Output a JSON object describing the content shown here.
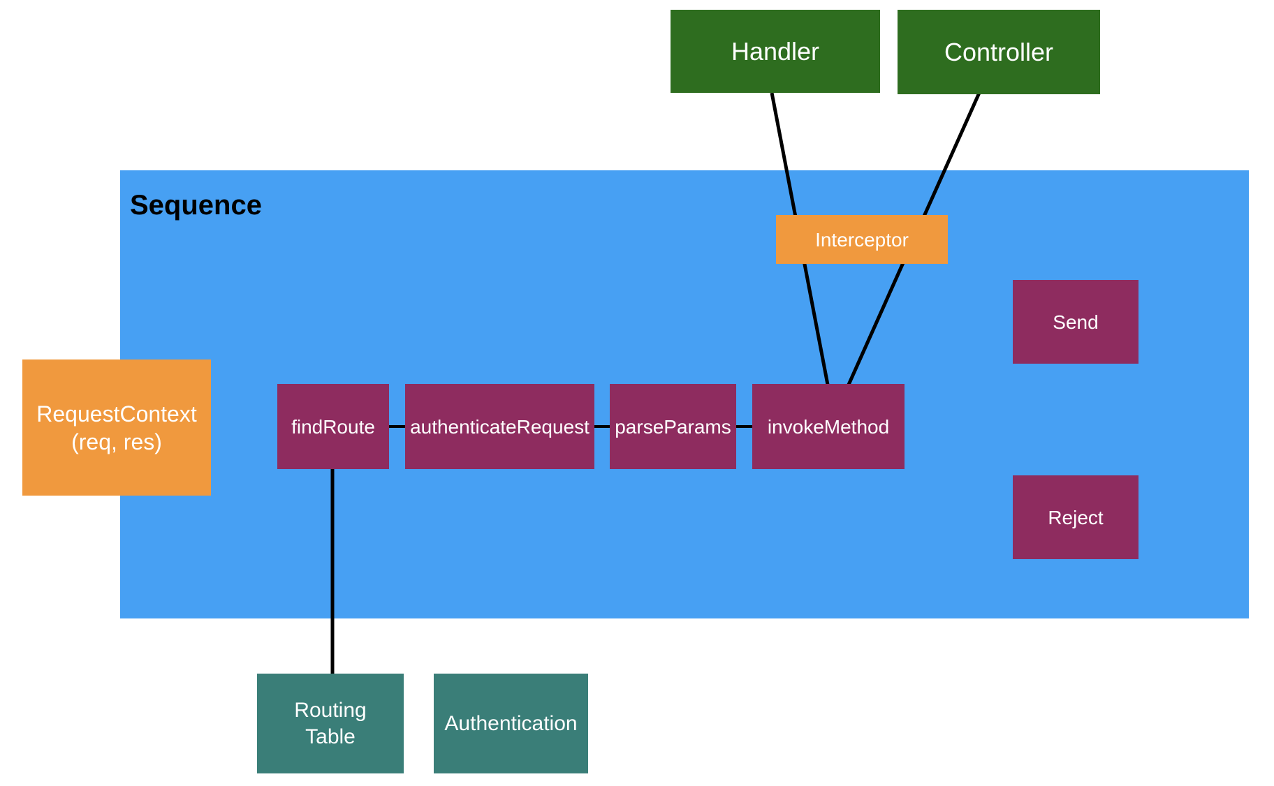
{
  "diagram": {
    "title": "Sequence"
  },
  "nodes": {
    "handler": {
      "label": "Handler"
    },
    "controller": {
      "label": "Controller"
    },
    "interceptor": {
      "label": "Interceptor"
    },
    "request_context": {
      "label": "RequestContext\n(req, res)"
    },
    "find_route": {
      "label": "findRoute"
    },
    "authenticate_request": {
      "label": "authenticateRequest"
    },
    "parse_params": {
      "label": "parseParams"
    },
    "invoke_method": {
      "label": "invokeMethod"
    },
    "send": {
      "label": "Send"
    },
    "reject": {
      "label": "Reject"
    },
    "routing_table": {
      "label": "Routing\nTable"
    },
    "authentication": {
      "label": "Authentication"
    }
  },
  "edges": [
    {
      "from": "handler",
      "to": "invoke_method",
      "via": "interceptor"
    },
    {
      "from": "controller",
      "to": "invoke_method",
      "via": "interceptor"
    },
    {
      "from": "find_route",
      "to": "authenticate_request"
    },
    {
      "from": "authenticate_request",
      "to": "parse_params"
    },
    {
      "from": "parse_params",
      "to": "invoke_method"
    },
    {
      "from": "find_route",
      "to": "routing_table"
    }
  ],
  "colors": {
    "background": "#FFFFFF",
    "sequence_fill": "#47A0F3",
    "green_node": "#2E6D1F",
    "orange_node": "#F0993E",
    "purple_node": "#8E2C5F",
    "teal_node": "#3A7E78",
    "edge_line": "#000000",
    "title_text": "#000000",
    "node_text": "#FFFFFF"
  }
}
